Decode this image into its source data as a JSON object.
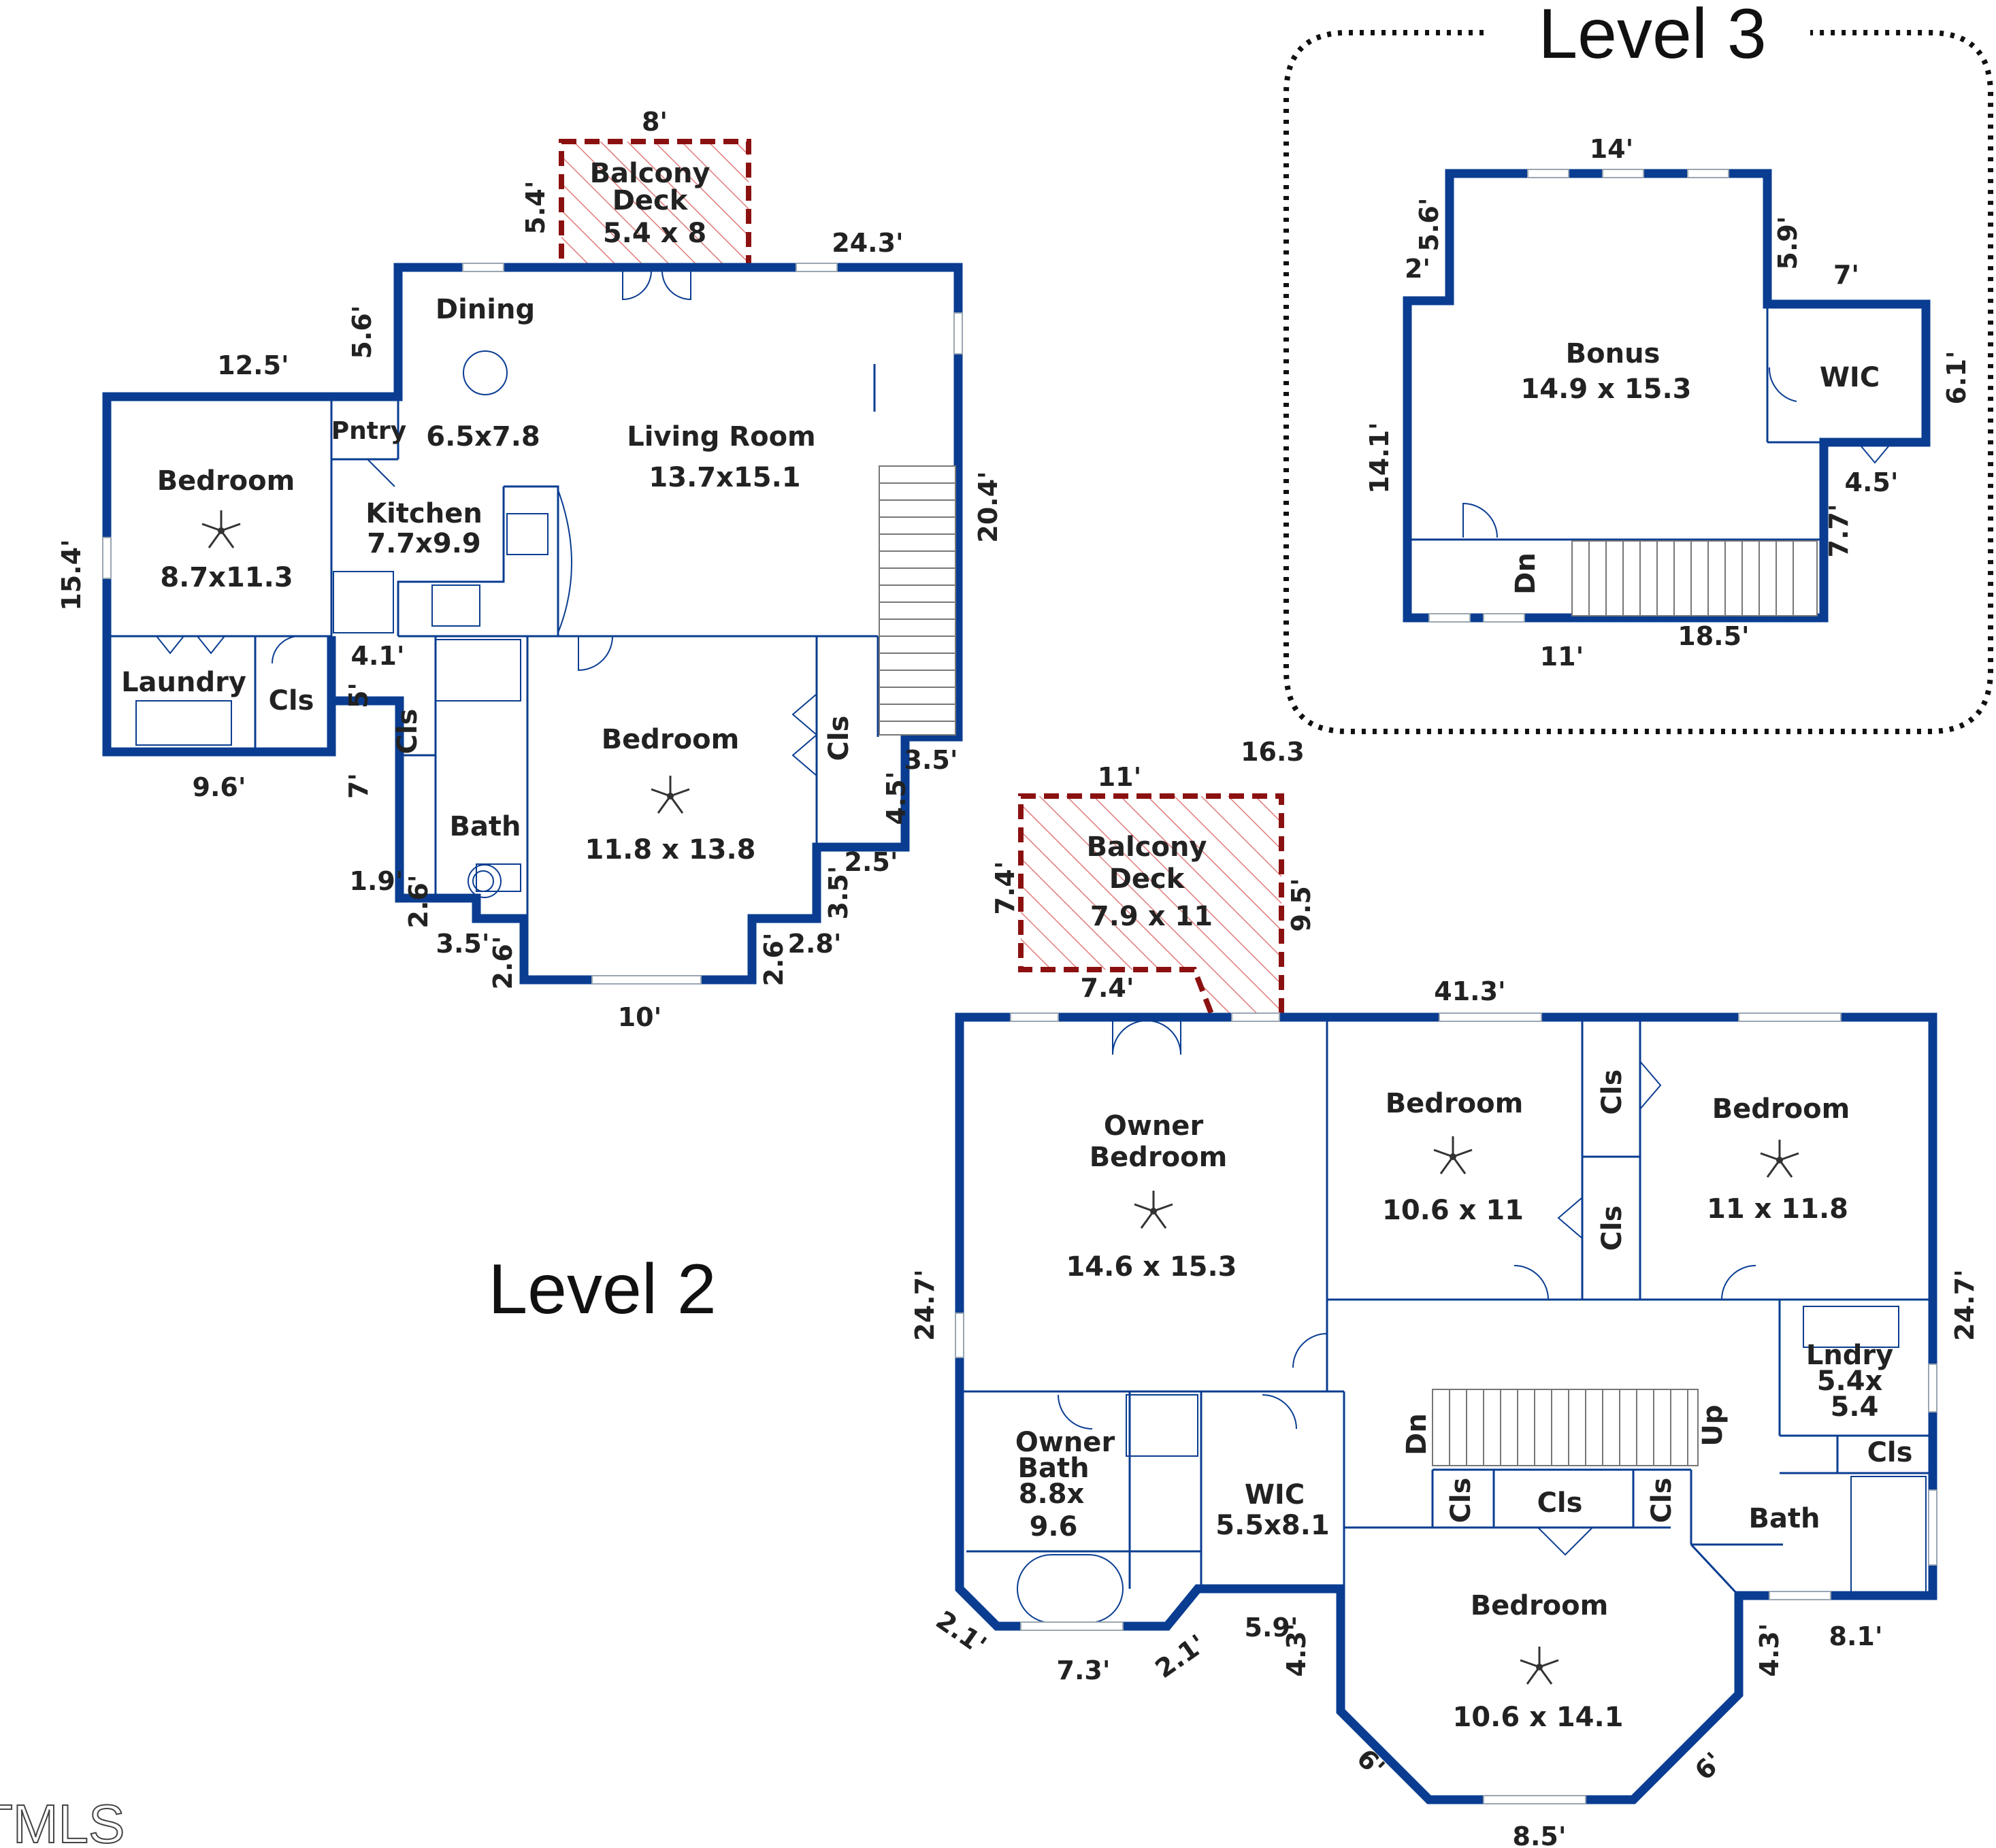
{
  "levels": {
    "level2_label": "Level 2",
    "level3_label": "Level 3"
  },
  "watermark": "TMLS",
  "colors": {
    "wall": "#0a3d91",
    "deck_outline": "#8b1111",
    "text": "#222222"
  },
  "level2_left": {
    "rooms": {
      "balcony": [
        "Balcony",
        "Deck",
        "5.4 x 8"
      ],
      "dining": [
        "Dining",
        "6.5x7.8"
      ],
      "living": [
        "Living Room",
        "13.7x15.1"
      ],
      "pantry": "Pntry",
      "bedroom_left": [
        "Bedroom",
        "8.7x11.3"
      ],
      "kitchen": [
        "Kitchen",
        "7.7x9.9"
      ],
      "laundry": "Laundry",
      "closet_laundry": "Cls",
      "closet_bath": "Cls",
      "bath": "Bath",
      "bedroom_center": [
        "Bedroom",
        "11.8 x 13.8"
      ],
      "closet_bedroom": "Cls"
    },
    "dims": {
      "d8": "8'",
      "d54": "5.4'",
      "d243": "24.3'",
      "d56": "5.6'",
      "d125": "12.5'",
      "d154": "15.4'",
      "d204": "20.4'",
      "d41": "4.1'",
      "d5": "5'",
      "d96": "9.6'",
      "d7": "7'",
      "d35a": "3.5'",
      "d45": "4.5'",
      "d25": "2.5'",
      "d35b": "3.5'",
      "d19": "1.9'",
      "d26a": "2.6'",
      "d35c": "3.5'",
      "d26b": "2.6'",
      "d26c": "2.6'",
      "d28": "2.8'",
      "d10": "10'"
    }
  },
  "level2_right": {
    "rooms": {
      "balcony": [
        "Balcony",
        "Deck",
        "7.9 x 11"
      ],
      "owner_bedroom": [
        "Owner",
        "Bedroom",
        "14.6 x 15.3"
      ],
      "bedroom_a": [
        "Bedroom",
        "10.6 x 11"
      ],
      "bedroom_b": [
        "Bedroom",
        "11 x 11.8"
      ],
      "closet_top": "Cls",
      "closet_mid": "Cls",
      "laundry": [
        "Lndry",
        "5.4x",
        "5.4"
      ],
      "closet_lndry": "Cls",
      "owner_bath": [
        "Owner",
        "Bath",
        "8.8x",
        "9.6"
      ],
      "wic": [
        "WIC",
        "5.5x8.1"
      ],
      "stairs_dn": "Dn",
      "stairs_up": "Up",
      "closet_s1": "Cls",
      "closet_s2": "Cls",
      "closet_s3": "Cls",
      "bath": "Bath",
      "bedroom_c": [
        "Bedroom",
        "10.6 x 14.1"
      ]
    },
    "dims": {
      "d11": "11'",
      "d163": "16.3",
      "d74a": "7.4'",
      "d95": "9.5'",
      "d74b": "7.4'",
      "d413": "41.3'",
      "d247a": "24.7'",
      "d247b": "24.7'",
      "d21a": "2.1'",
      "d73": "7.3'",
      "d21b": "2.1'",
      "d59": "5.9'",
      "d43a": "4.3'",
      "d43b": "4.3'",
      "d81": "8.1'",
      "d6a": "6'",
      "d6b": "6'",
      "d85": "8.5'"
    }
  },
  "level3": {
    "rooms": {
      "bonus": [
        "Bonus",
        "14.9 x 15.3"
      ],
      "wic": "WIC",
      "stairs_dn": "Dn"
    },
    "dims": {
      "d14": "14'",
      "d56": "5.6'",
      "d2": "2'",
      "d59": "5.9'",
      "d7": "7'",
      "d61": "6.1'",
      "d141": "14.1'",
      "d45": "4.5'",
      "d77": "7.7'",
      "d185": "18.5'",
      "d11": "11'"
    }
  }
}
